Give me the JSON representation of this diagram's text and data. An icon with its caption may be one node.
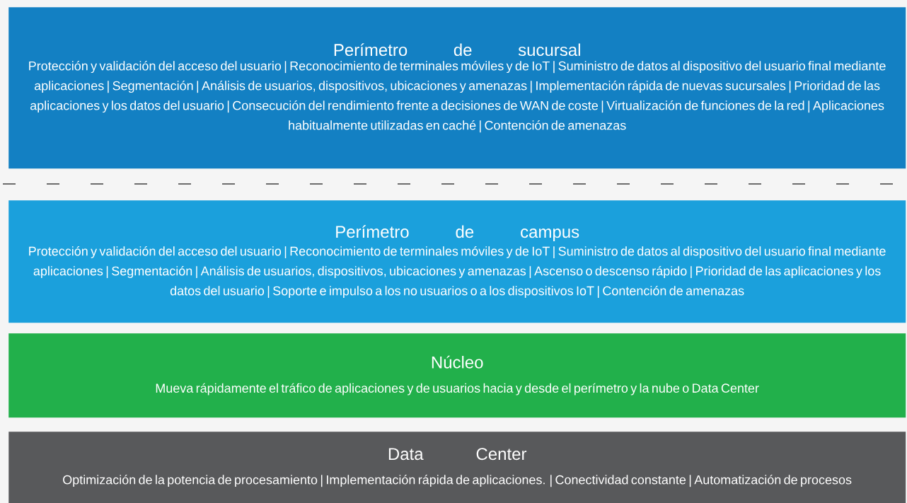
{
  "diagram": {
    "nodes": [
      {
        "text": [
          "Perímetro de sucursal",
          "Protección y validación del acceso del usuario | Reconocimiento de terminales móviles y de IoT | Suministro de datos al dispositivo del usuario final mediante aplicaciones | Segmentación | Análisis de usuarios, dispositivos, ubicaciones y amenazas | Implementación rápida de nuevas sucursales | Prioridad de las aplicaciones y los datos del usuario | Consecución del rendimiento frente a decisiones de WAN de coste | Virtualización de funciones de la red | Aplicaciones habitualmente utilizadas en caché | Contención de amenazas"
        ]
      },
      {
        "text": [
          "Perímetro de campus",
          "Protección y validación del acceso del usuario | Reconocimiento de terminales móviles y de IoT | Suministro de datos al dispositivo del usuario final mediante aplicaciones | Segmentación | Análisis de usuarios, dispositivos, ubicaciones y amenazas | Ascenso o descenso rápido | Prioridad de las aplicaciones y los datos del usuario | Soporte e impulso a los no usuarios o a los dispositivos IoT | Contención de amenazas"
        ]
      },
      {
        "text": [
          "Núcleo",
          "Mueva rápidamente el tráfico de aplicaciones y de usuarios hacia y desde el perímetro y la nube o Data Center"
        ]
      },
      {
        "text": [
          "Data Center",
          "Optimización de la potencia de procesamiento | Implementación rápida de aplicaciones. | Conectividad constante | Automatización de procesos"
        ]
      }
    ]
  }
}
